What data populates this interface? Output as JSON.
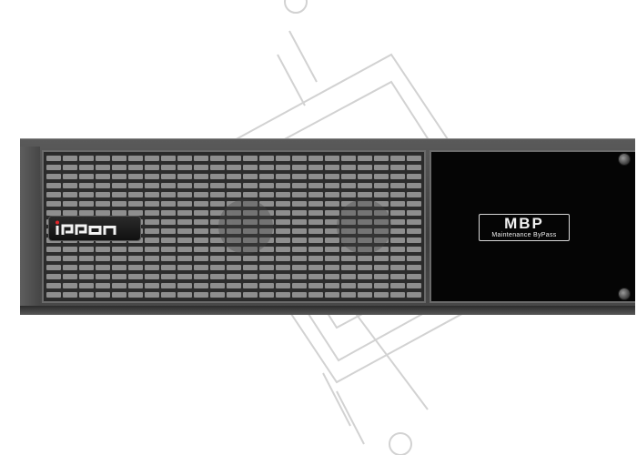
{
  "device": {
    "brand": "ippon",
    "panel_title": "MBP",
    "panel_subtitle": "Maintenance ByPass"
  },
  "colors": {
    "body": "#4a4a4a",
    "grille": "#2a2a2a",
    "panel": "#050505",
    "label": "#f0f0f0",
    "brand_red": "#e0242a",
    "watermark": "#cccccc"
  }
}
